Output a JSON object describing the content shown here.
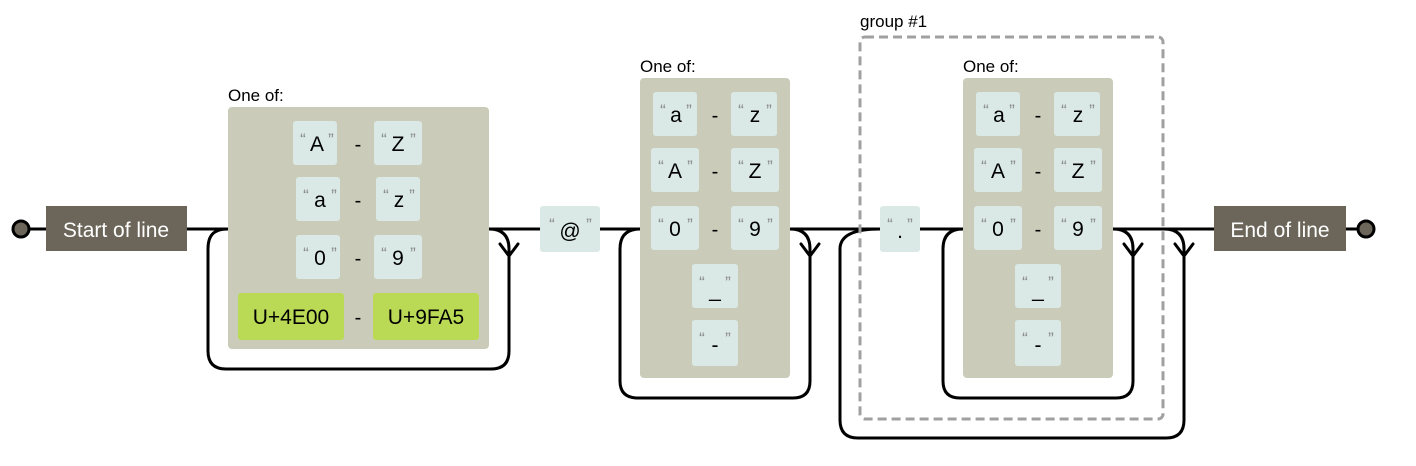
{
  "start_label": "Start of line",
  "end_label": "End of line",
  "one_of_label": "One of:",
  "group_label": "group #1",
  "range_dash": "-",
  "set1": {
    "ranges": [
      {
        "from": "A",
        "to": "Z"
      },
      {
        "from": "a",
        "to": "z"
      },
      {
        "from": "0",
        "to": "9"
      }
    ],
    "unicode_range": {
      "from": "U+4E00",
      "to": "U+9FA5"
    }
  },
  "at_literal": "@",
  "set2": {
    "ranges": [
      {
        "from": "a",
        "to": "z"
      },
      {
        "from": "A",
        "to": "Z"
      },
      {
        "from": "0",
        "to": "9"
      }
    ],
    "singles": [
      "_",
      "-"
    ]
  },
  "dot_literal": ".",
  "set3": {
    "ranges": [
      {
        "from": "a",
        "to": "z"
      },
      {
        "from": "A",
        "to": "Z"
      },
      {
        "from": "0",
        "to": "9"
      }
    ],
    "singles": [
      "_",
      "-"
    ]
  },
  "colors": {
    "set_bg": "#cbcbba",
    "literal_bg": "#dae9e5",
    "unicode_bg": "#bada55",
    "anchor_bg": "#6b6659",
    "group_border": "#a0a0a0"
  }
}
